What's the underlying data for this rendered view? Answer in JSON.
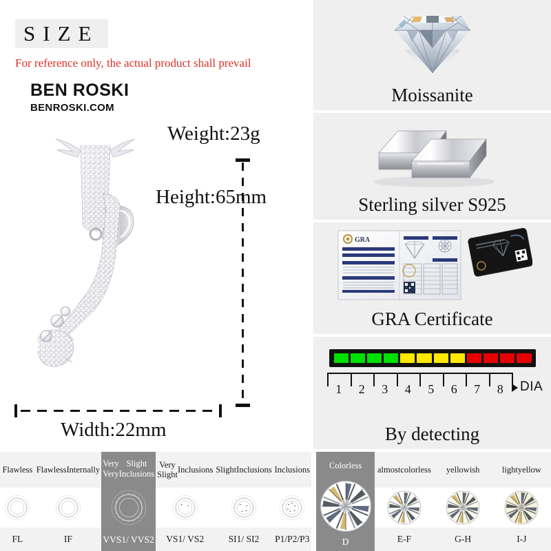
{
  "size_section": {
    "heading": "SIZE",
    "disclaimer": "For reference only, the actual product shall prevail",
    "brand_name": "BEN ROSKI",
    "brand_url": "BENROSKI.COM",
    "weight": "Weight:23g",
    "height": "Height:65mm",
    "width": "Width:22mm",
    "product_icon": "saxophone-pendant"
  },
  "features": [
    {
      "id": "moissanite",
      "caption": "Moissanite",
      "icon": "brilliant-cut-diamond"
    },
    {
      "id": "silver",
      "caption": "Sterling silver S925",
      "icon": "silver-bars"
    },
    {
      "id": "gra",
      "caption": "GRA Certificate",
      "icon": "certificate-document"
    },
    {
      "id": "detect",
      "caption": "By detecting",
      "icon": "diamond-tester"
    }
  ],
  "tester": {
    "segments": [
      {
        "color": "#00e000"
      },
      {
        "color": "#00e000"
      },
      {
        "color": "#00e000"
      },
      {
        "color": "#00e000"
      },
      {
        "color": "#ffe800"
      },
      {
        "color": "#ffe800"
      },
      {
        "color": "#ffe800"
      },
      {
        "color": "#ffe800"
      },
      {
        "color": "#e80000"
      },
      {
        "color": "#e80000"
      },
      {
        "color": "#e80000"
      },
      {
        "color": "#e80000"
      }
    ],
    "scale_numbers": [
      "1",
      "2",
      "3",
      "4",
      "5",
      "6",
      "7",
      "8"
    ],
    "mode_label": "DIA"
  },
  "clarity_scale": {
    "columns": [
      {
        "name": "Flawless",
        "code": "FL",
        "highlighted": false,
        "inclusions": 0
      },
      {
        "name": "Flawless\nInternally",
        "code": "IF",
        "highlighted": false,
        "inclusions": 0
      },
      {
        "name": "Very Very\nSlight Inclusions",
        "code": "VVS1/ VVS2",
        "highlighted": true,
        "inclusions": 0
      },
      {
        "name": "Very Slight\nInclusions",
        "code": "VS1/ VS2",
        "highlighted": false,
        "inclusions": 2
      },
      {
        "name": "Slight\nInclusions",
        "code": "SI1/ SI2",
        "highlighted": false,
        "inclusions": 4
      },
      {
        "name": "Inclusions",
        "code": "P1/P2/P3",
        "highlighted": false,
        "inclusions": 6
      }
    ]
  },
  "color_scale": {
    "columns": [
      {
        "name": "Colorless",
        "code": "D",
        "highlighted": true,
        "tint": "#ffffff"
      },
      {
        "name": "almost\ncolorless",
        "code": "E-F",
        "highlighted": false,
        "tint": "#fdfdf8"
      },
      {
        "name": "yellowish",
        "code": "G-H",
        "highlighted": false,
        "tint": "#fbf9ec"
      },
      {
        "name": "light\nyellow",
        "code": "I-J",
        "highlighted": false,
        "tint": "#f7f2dc"
      }
    ]
  },
  "colors": {
    "panel_bg": "#efefef",
    "highlight": "#8a8a8a",
    "disclaimer_red": "#e03024",
    "page_bg": "#ffffff"
  }
}
